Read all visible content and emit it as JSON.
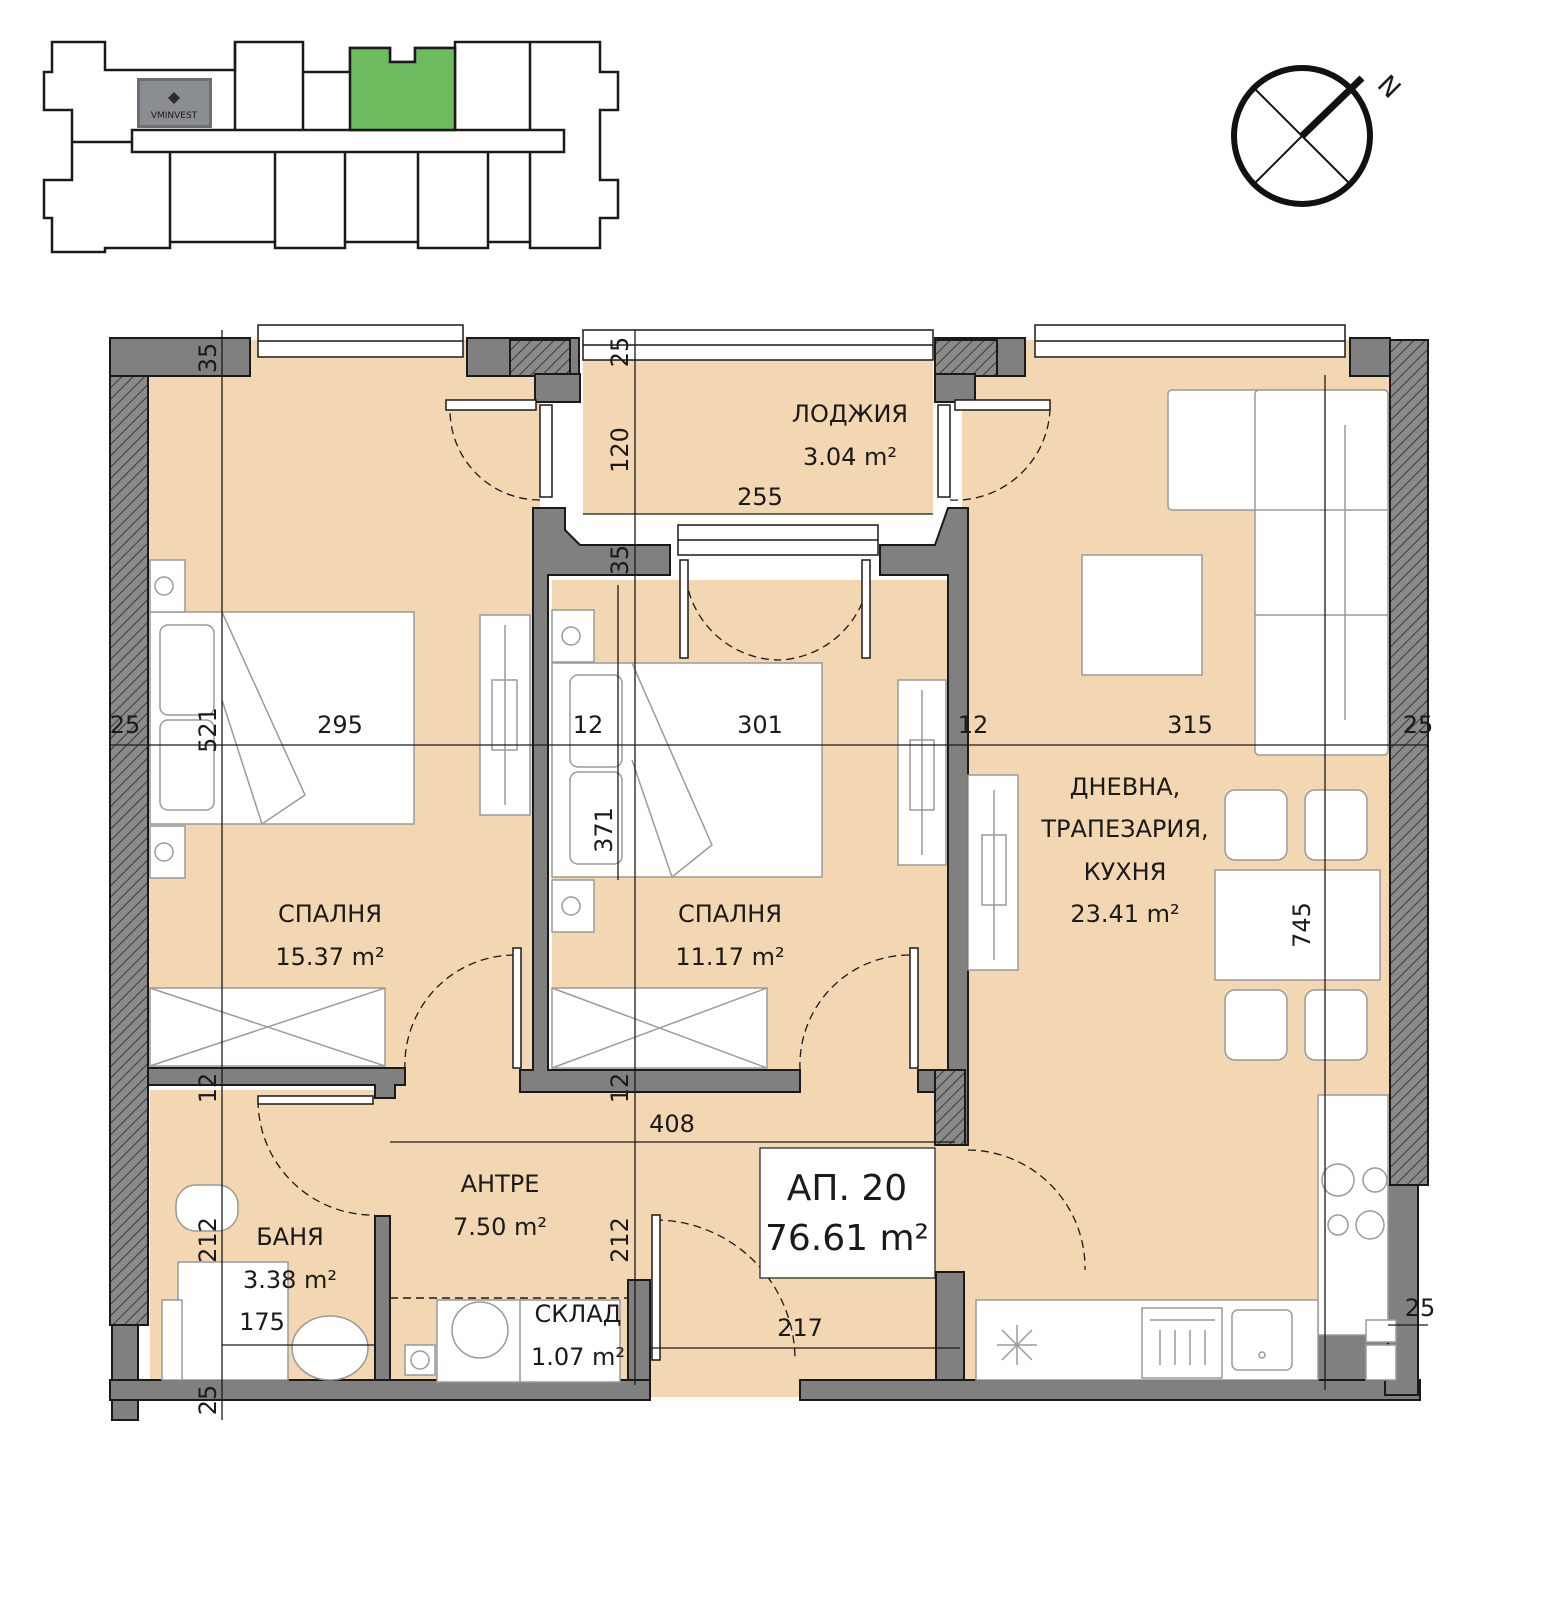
{
  "logo": {
    "text": "VMINVEST"
  },
  "compass": {
    "north_label": "N"
  },
  "apartment": {
    "label": "АП. 20",
    "area": "76.61 m²"
  },
  "rooms": {
    "loggia": {
      "name": "ЛОДЖИЯ",
      "area": "3.04 m²"
    },
    "bedroom_left": {
      "name": "СПАЛНЯ",
      "area": "15.37 m²"
    },
    "bedroom_mid": {
      "name": "СПАЛНЯ",
      "area": "11.17 m²"
    },
    "living_1": "ДНЕВНА,",
    "living_2": "ТРАПЕЗАРИЯ,",
    "living_3": "КУХНЯ",
    "living_area": "23.41 m²",
    "hall": {
      "name": "АНТРЕ",
      "area": "7.50 m²"
    },
    "bath": {
      "name": "БАНЯ",
      "area": "3.38 m²"
    },
    "storage": {
      "name": "СКЛАД",
      "area": "1.07 m²"
    }
  },
  "dims": {
    "d35a": "35",
    "d25a": "25",
    "d120": "120",
    "d255": "255",
    "d35b": "35",
    "d25l": "25",
    "d521": "521",
    "d295": "295",
    "d12a": "12",
    "d301": "301",
    "d12b": "12",
    "d315": "315",
    "d25r": "25",
    "d371": "371",
    "d745": "745",
    "d12c": "12",
    "d12d": "12",
    "d408": "408",
    "d212a": "212",
    "d175": "175",
    "d212b": "212",
    "d217": "217",
    "d25c": "25",
    "d25d": "25"
  },
  "colors": {
    "floor": "#f3d6b2",
    "wall": "#808080",
    "key_highlight": "#6dbb5f",
    "outline": "#1a1a1a"
  }
}
